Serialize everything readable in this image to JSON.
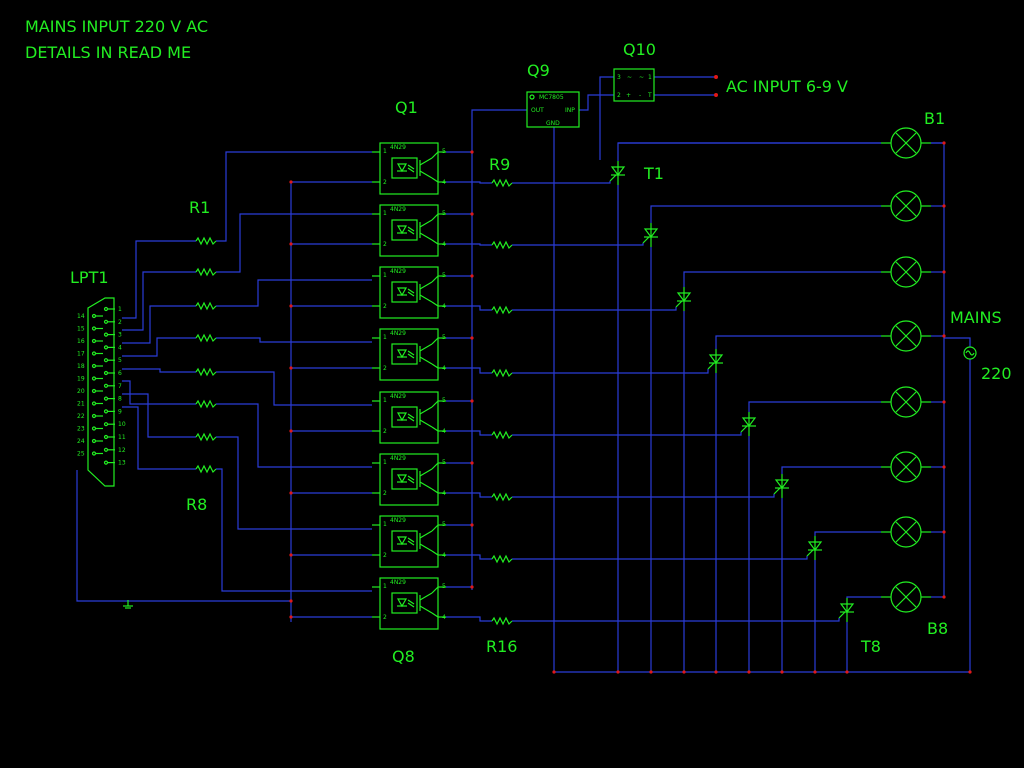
{
  "notes": {
    "line1": "MAINS INPUT 220 V AC",
    "line2": "DETAILS IN READ ME"
  },
  "refs": {
    "lpt": "LPT1",
    "q_first": "Q1",
    "q_last": "Q8",
    "q9": "Q9",
    "q10": "Q10",
    "r_in_first": "R1",
    "r_in_last": "R8",
    "r_out_first": "R9",
    "r_out_last": "R16",
    "t_first": "T1",
    "t_last": "T8",
    "b_first": "B1",
    "b_last": "B8",
    "mains": "MAINS",
    "mains_value": "220"
  },
  "ac_input_label": "AC INPUT 6-9 V",
  "opto_part": "4N29",
  "regulator": {
    "part": "MC7805",
    "out": "OUT",
    "inp": "INP",
    "gnd": "GND"
  },
  "pin_labels": {
    "p1": "1",
    "p2": "2",
    "p4": "4",
    "p5": "5",
    "p6": "6"
  },
  "bridge_pins": {
    "a": "3",
    "b": "2",
    "c": "1",
    "d": "T"
  },
  "connector_pins_left": [
    "14",
    "15",
    "16",
    "17",
    "18",
    "19",
    "20",
    "21",
    "22",
    "23",
    "24",
    "25"
  ],
  "connector_pins_right": [
    "1",
    "2",
    "3",
    "4",
    "5",
    "6",
    "7",
    "8",
    "9",
    "10",
    "11",
    "12",
    "13"
  ],
  "colors": {
    "background": "#000000",
    "wire": "#2a3cd8",
    "part": "#22ee22",
    "junction": "#e01818"
  }
}
